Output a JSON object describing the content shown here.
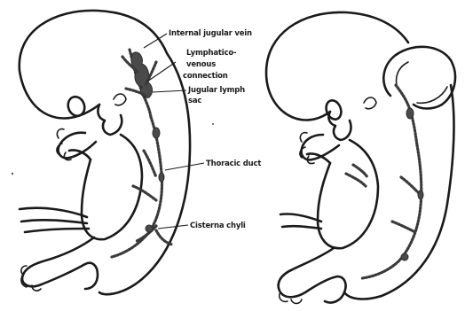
{
  "labels": {
    "internal_jugular_vein": "Internal jugular vein",
    "lymphaticovenous_connection_line1": "Lymphatico-",
    "lymphaticovenous_connection_line2": "venous",
    "lymphaticovenous_connection_line3": "connection",
    "jugular_lymph_sac_line1": "Jugular lymph",
    "jugular_lymph_sac_line2": "sac",
    "thoracic_duct": "Thoracic duct",
    "cisterna_chyli": "Cisterna chyli"
  }
}
